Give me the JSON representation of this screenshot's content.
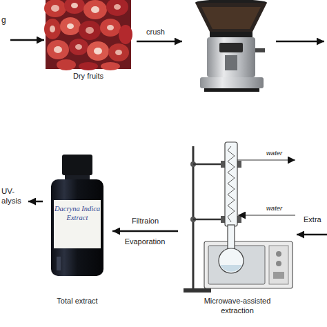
{
  "diagram": {
    "nodes": [
      {
        "text": [
          "g"
        ]
      },
      {
        "text": [
          "Dry fruits"
        ]
      },
      {
        "text": [
          "UV- alysis"
        ]
      },
      {
        "text": [
          "Dacryna Indica Extract",
          "Total extract"
        ]
      },
      {
        "text": [
          "Microwave-assisted extraction"
        ]
      },
      {
        "text": [
          "Extra"
        ]
      }
    ],
    "edges": [
      {
        "from": 0,
        "to": 1,
        "arrow": "to"
      },
      {
        "from": 5,
        "to": 4,
        "arrow": "to"
      },
      {
        "from": 4,
        "to": 3,
        "label": "Filtraion",
        "arrow": "to"
      },
      {
        "from": 3,
        "to": 2,
        "arrow": "to"
      }
    ],
    "labels": [
      "crush",
      "Evaporation",
      "water",
      "water"
    ]
  }
}
